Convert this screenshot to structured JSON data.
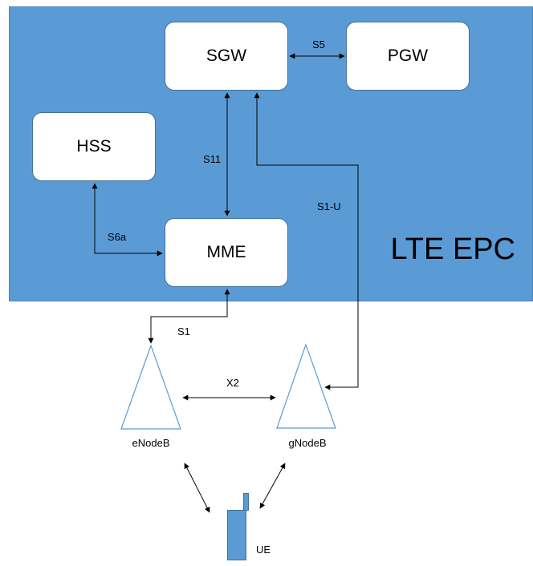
{
  "epc": {
    "title": "LTE EPC",
    "region_color": "#5b9bd5"
  },
  "nodes": {
    "sgw": "SGW",
    "pgw": "PGW",
    "hss": "HSS",
    "mme": "MME",
    "enodeb": "eNodeB",
    "gnodeb": "gNodeB",
    "ue": "UE"
  },
  "interfaces": {
    "s5": "S5",
    "s11": "S11",
    "s1u": "S1-U",
    "s6a": "S6a",
    "s1": "S1",
    "x2": "X2"
  },
  "colors": {
    "box_fill": "#ffffff",
    "box_border": "#41719c",
    "line": "#000000",
    "antenna_stroke": "#5b9bd5"
  }
}
